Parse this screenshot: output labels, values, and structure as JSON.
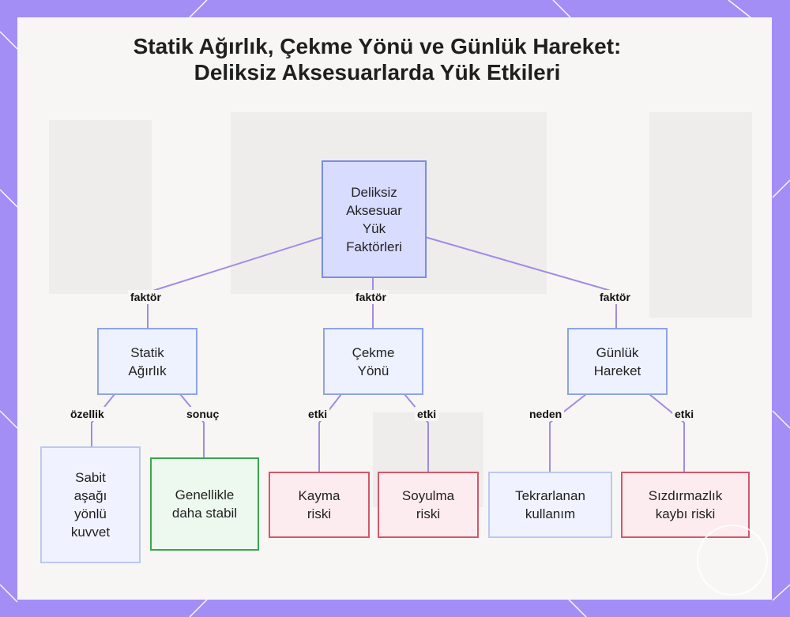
{
  "title": "Statik Ağırlık, Çekme Yönü ve Günlük Hareket: Deliksiz Aksesuarlarda Yük Etkileri",
  "nodes": {
    "root": "Deliksiz Aksesuar Yük Faktörleri",
    "static": "Statik Ağırlık",
    "pull": "Çekme Yönü",
    "daily": "Günlük Hareket",
    "fixed_down": "Sabit aşağı yönlü kuvvet",
    "stable": "Genellikle daha stabil",
    "slip": "Kayma riski",
    "peel": "Soyulma riski",
    "repeat": "Tekrarlanan kullanım",
    "seal": "Sızdırmazlık kaybı riski"
  },
  "edge_labels": {
    "root_static": "faktör",
    "root_pull": "faktör",
    "root_daily": "faktör",
    "static_fixed": "özellik",
    "static_stable": "sonuç",
    "pull_slip": "etki",
    "pull_peel": "etki",
    "daily_repeat": "neden",
    "daily_seal": "etki"
  },
  "colors": {
    "background": "#a28ef5",
    "edge": "#a08be6",
    "root_fill": "#d8dcff",
    "factor_fill": "#eef2ff",
    "good_border": "#3aa64a",
    "risk_border": "#d5566a"
  }
}
